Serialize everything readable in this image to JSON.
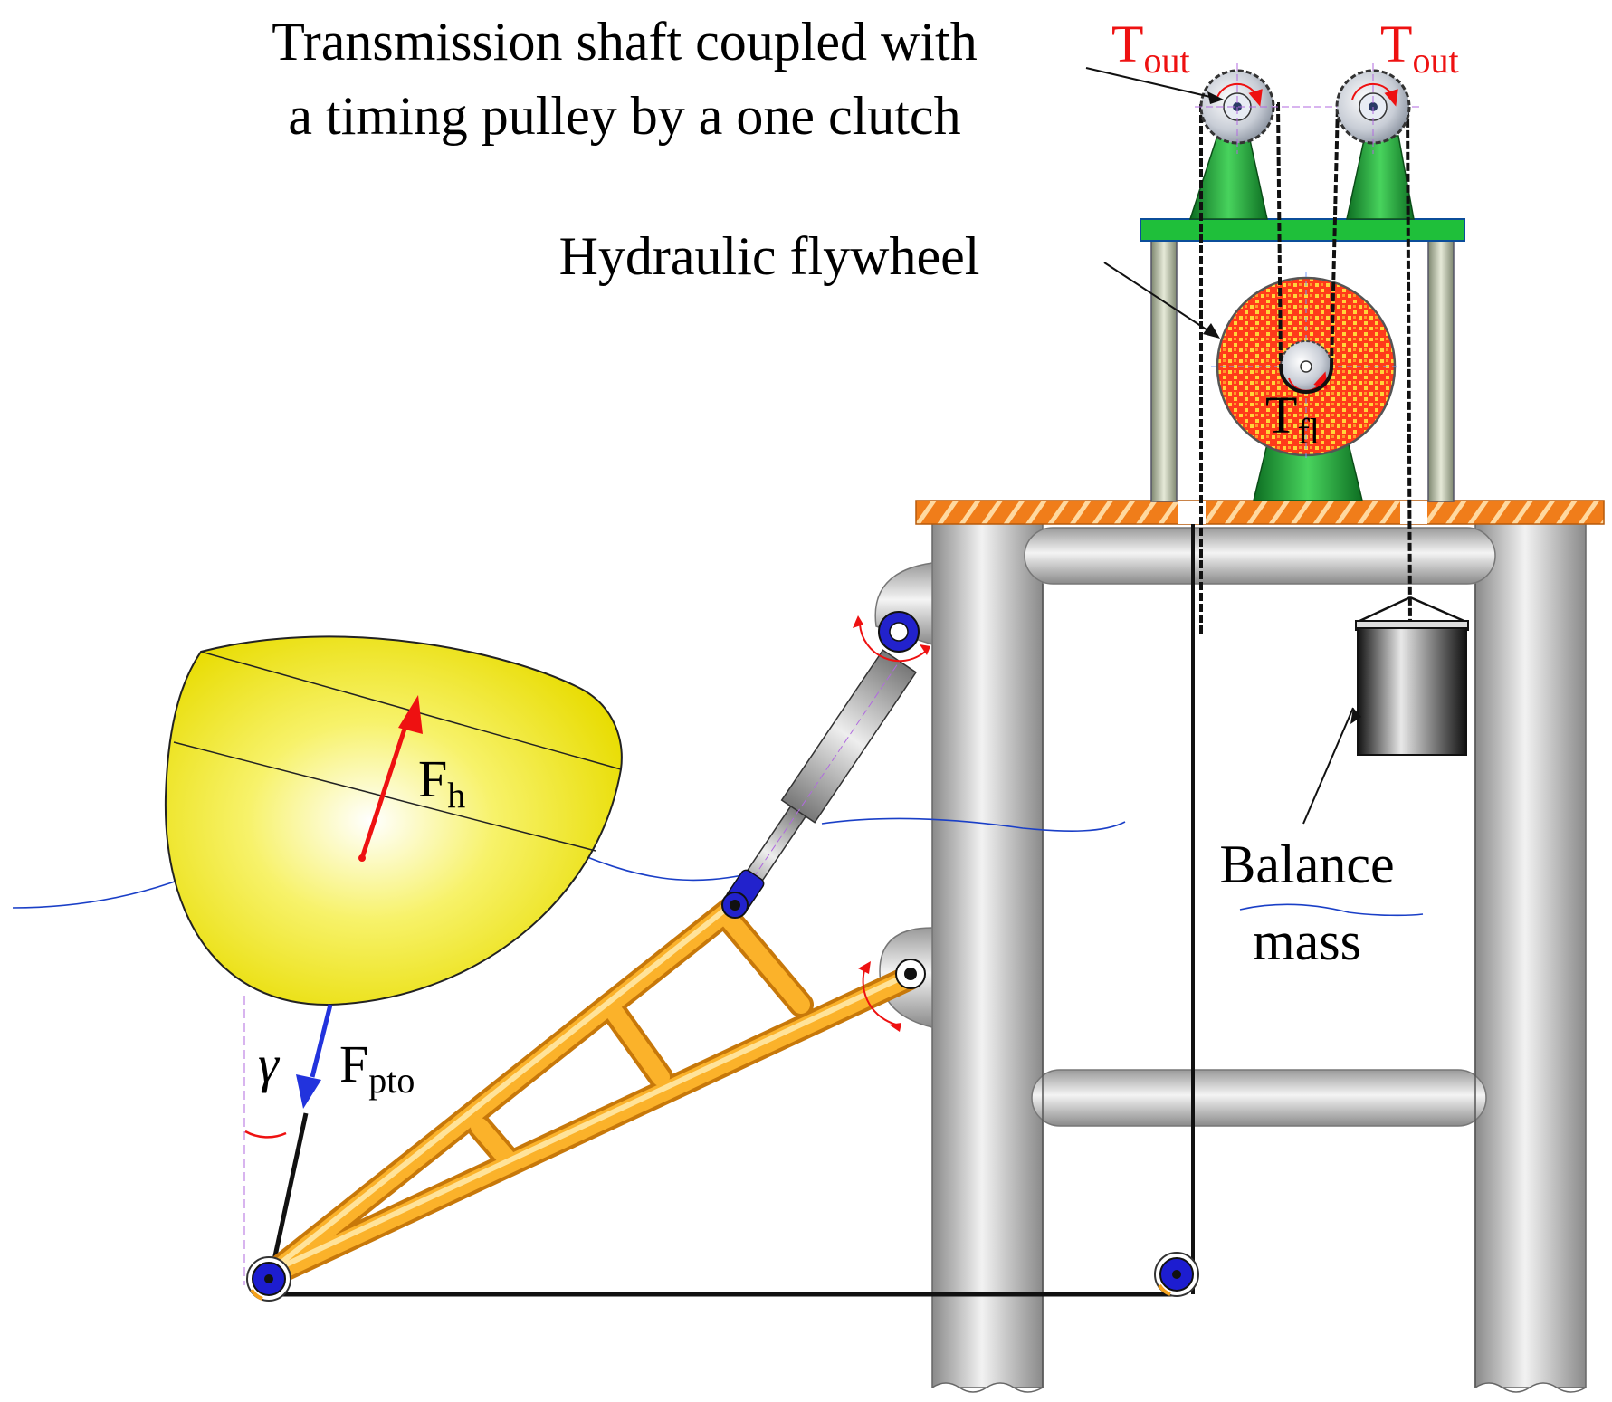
{
  "labels": {
    "transmission_line1": "Transmission shaft coupled with",
    "transmission_line2": "a timing pulley by a one clutch",
    "hydraulic_flywheel": "Hydraulic flywheel",
    "balance_line1": "Balance",
    "balance_line2": "mass",
    "torque_out_left": {
      "base": "T",
      "sub": "out"
    },
    "torque_out_right": {
      "base": "T",
      "sub": "out"
    },
    "torque_fl": {
      "base": "T",
      "sub": "fl"
    },
    "force_h": {
      "base": "F",
      "sub": "h"
    },
    "force_pto": {
      "base": "F",
      "sub": "pto"
    },
    "angle": "γ"
  },
  "colors": {
    "buoy": "#f4ee2a",
    "frame_arm": "#f5a21c",
    "support": "#1fa33a",
    "flywheel": "#ff4d1e",
    "actuator_joint": "#2222cc",
    "torque_arrow": "#ee1111",
    "force_h_arrow": "#ee1111",
    "force_pto_arrow": "#2233dd",
    "water": "#1a3fc7",
    "pillar": "#b9b9b9",
    "deck": "#f07d1a"
  }
}
